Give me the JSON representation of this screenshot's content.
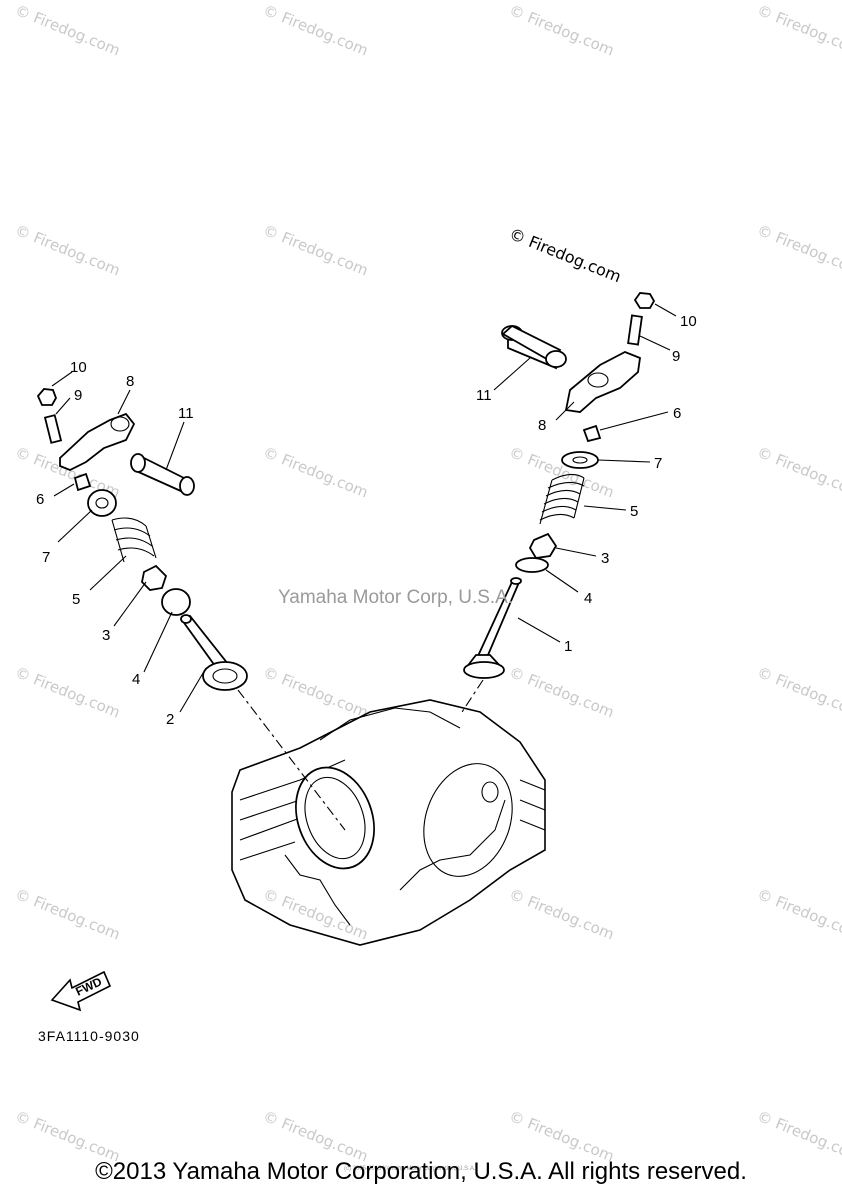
{
  "watermark": {
    "text": "© Firedog.com"
  },
  "header_watermark": "© Firedog.com",
  "center_watermark": "Yamaha Motor Corp, U.S.A.",
  "fwd_label": "FWD",
  "diagram_code": "3FA1110-9030",
  "footer_copyright": "©2013 Yamaha Motor Corporation, U.S.A. All rights reserved.",
  "tiny_copyright": "(c) 2005-2015 Yamaha Motor Corporation, U.S.A.",
  "callouts": {
    "right": [
      "10",
      "9",
      "11",
      "8",
      "6",
      "7",
      "5",
      "3",
      "4",
      "1"
    ],
    "left": [
      "10",
      "9",
      "8",
      "11",
      "6",
      "7",
      "5",
      "3",
      "4",
      "2"
    ]
  }
}
